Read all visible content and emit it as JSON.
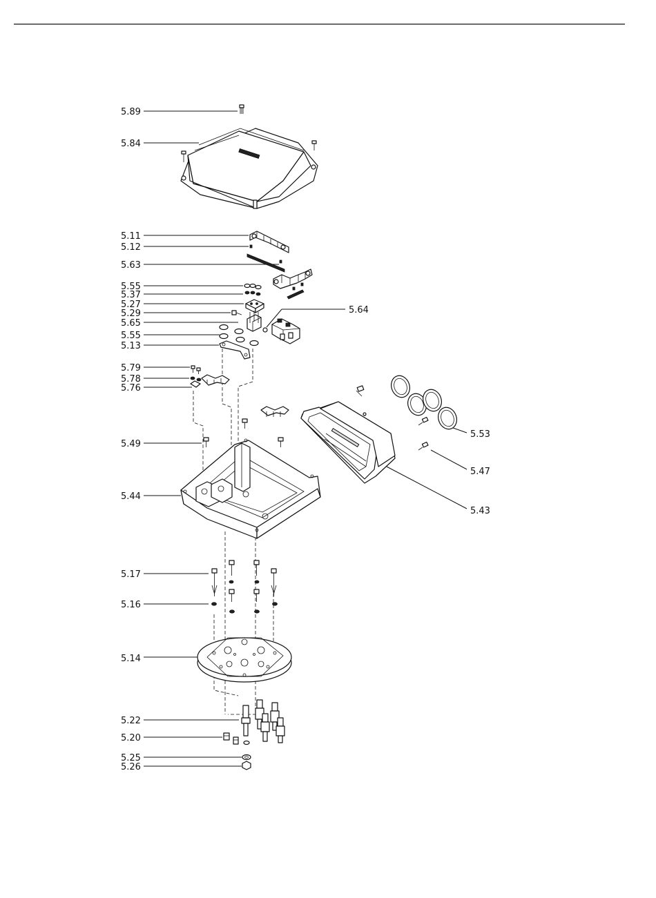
{
  "diagram": {
    "labels": {
      "l589": "5.89",
      "l584": "5.84",
      "l511": "5.11",
      "l512": "5.12",
      "l563": "5.63",
      "l555a": "5.55",
      "l537": "5.37",
      "l527": "5.27",
      "l529": "5.29",
      "l565": "5.65",
      "l555b": "5.55",
      "l513": "5.13",
      "l564": "5.64",
      "l579": "5.79",
      "l578": "5.78",
      "l576": "5.76",
      "l549": "5.49",
      "l544": "5.44",
      "l553": "5.53",
      "l547": "5.47",
      "l543": "5.43",
      "l517": "5.17",
      "l516": "5.16",
      "l514": "5.14",
      "l522": "5.22",
      "l520": "5.20",
      "l525": "5.25",
      "l526": "5.26"
    }
  }
}
